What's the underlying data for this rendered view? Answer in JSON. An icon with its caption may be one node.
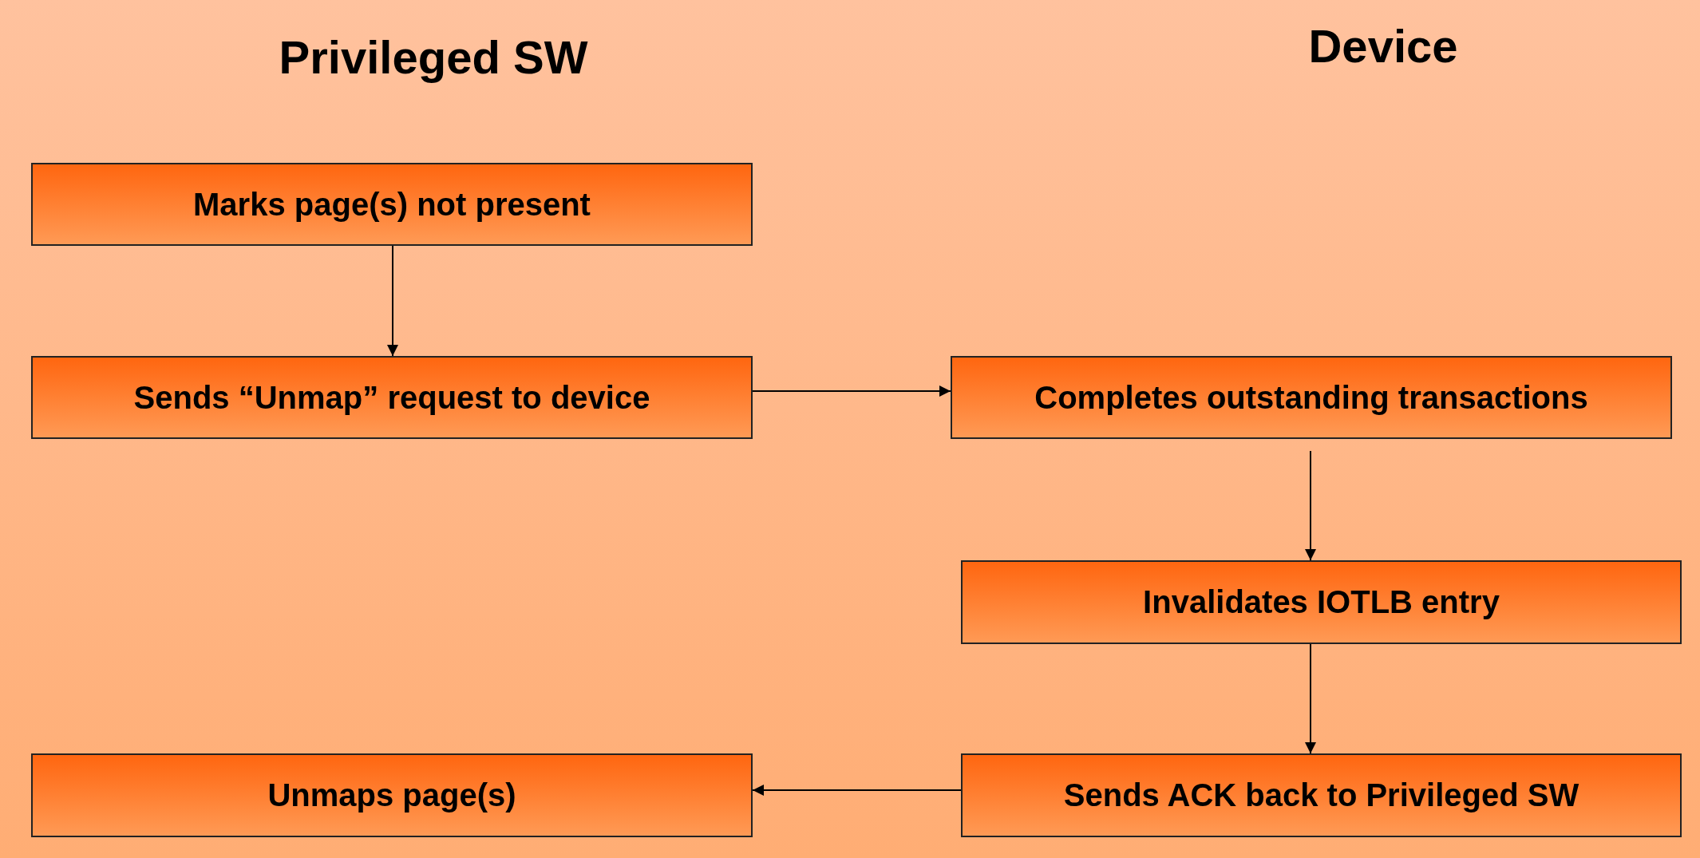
{
  "diagram": {
    "nodes": [
      {
        "text": [
          "Marks page(s) not present"
        ]
      },
      {
        "text": [
          "Sends “Unmap” request to device"
        ]
      },
      {
        "text": [
          "Completes outstanding transactions"
        ]
      },
      {
        "text": [
          "Invalidates IOTLB entry"
        ]
      },
      {
        "text": [
          "Sends ACK back to Privileged SW"
        ]
      },
      {
        "text": [
          "Unmaps page(s)"
        ]
      }
    ],
    "edges": [
      {
        "from": 0,
        "to": 1,
        "arrow": "to"
      },
      {
        "from": 1,
        "to": 2,
        "arrow": "to"
      },
      {
        "from": 2,
        "to": 3,
        "arrow": "to"
      },
      {
        "from": 3,
        "to": 4,
        "arrow": "to"
      },
      {
        "from": 4,
        "to": 5,
        "arrow": "to"
      }
    ],
    "labels": [
      "Privileged SW",
      "Device"
    ]
  }
}
